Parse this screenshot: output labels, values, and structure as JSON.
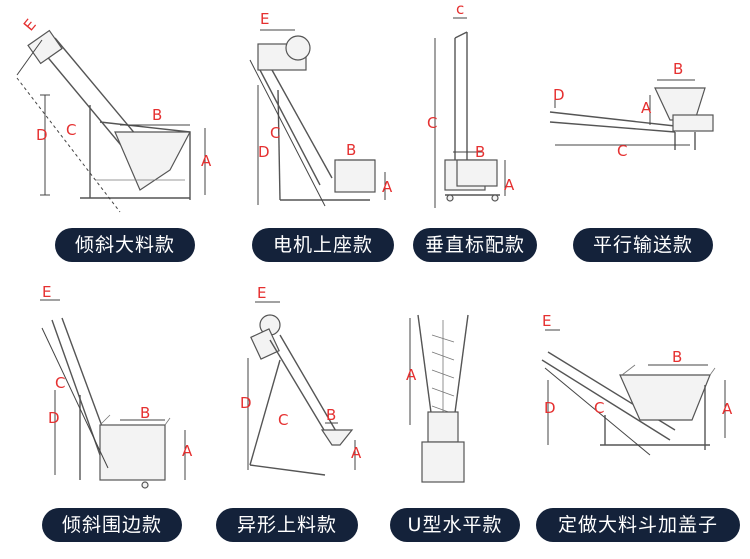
{
  "variants": [
    {
      "name": "倾斜大料款",
      "dims": [
        "E",
        "B",
        "C",
        "D",
        "A"
      ]
    },
    {
      "name": "电机上座款",
      "dims": [
        "E",
        "C",
        "D",
        "B",
        "A"
      ]
    },
    {
      "name": "垂直标配款",
      "dims": [
        "c",
        "C",
        "B",
        "A"
      ]
    },
    {
      "name": "平行输送款",
      "dims": [
        "B",
        "D",
        "A",
        "C"
      ]
    },
    {
      "name": "倾斜围边款",
      "dims": [
        "E",
        "C",
        "D",
        "B",
        "A"
      ]
    },
    {
      "name": "异形上料款",
      "dims": [
        "E",
        "D",
        "C",
        "B",
        "A"
      ]
    },
    {
      "name": "U型水平款",
      "dims": [
        "A"
      ]
    },
    {
      "name": "定做大料斗加盖子",
      "dims": [
        "E",
        "B",
        "D",
        "C",
        "A"
      ]
    }
  ],
  "colors": {
    "label_bg": "#14223a",
    "label_text": "#ffffff",
    "dimension_text": "#e53030",
    "machine_line": "#555555"
  }
}
